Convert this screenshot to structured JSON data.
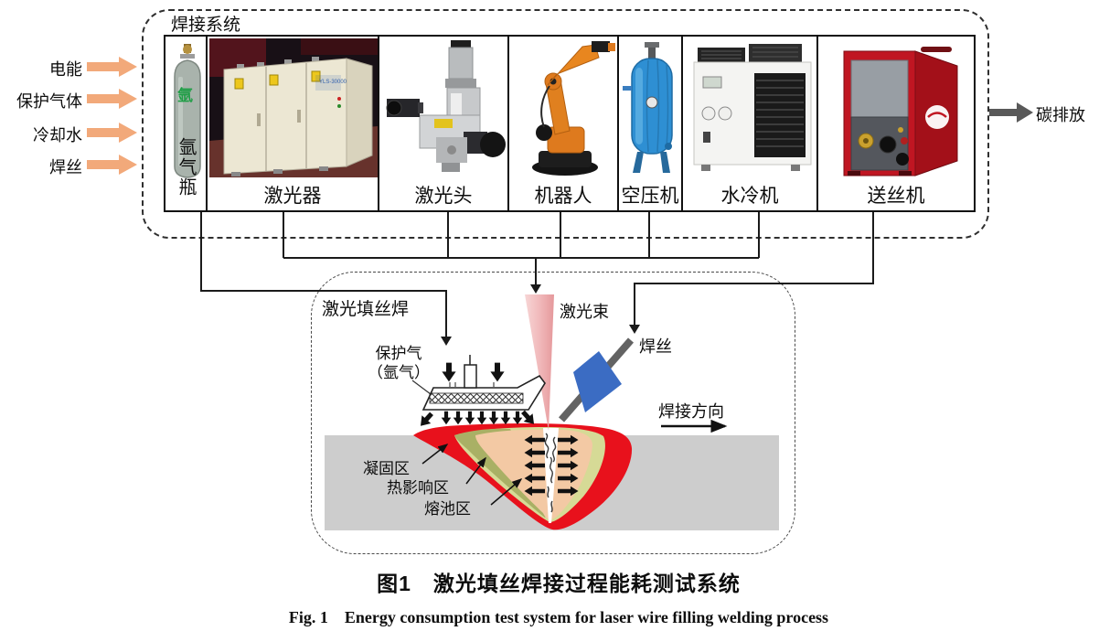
{
  "figure": {
    "system_box_label": "焊接系统",
    "output_label": "碳排放",
    "inputs": [
      "电能",
      "保护气体",
      "冷却水",
      "焊丝"
    ],
    "equipment": [
      {
        "label": "氩气瓶",
        "body_char": "氩"
      },
      {
        "label": "激光器",
        "nameplate": "YLS-30000"
      },
      {
        "label": "激光头"
      },
      {
        "label": "机器人"
      },
      {
        "label": "空压机"
      },
      {
        "label": "水冷机"
      },
      {
        "label": "送丝机"
      }
    ],
    "process": {
      "box_label": "激光填丝焊",
      "laser_beam_label": "激光束",
      "wire_label": "焊丝",
      "shield_gas_label_line1": "保护气",
      "shield_gas_label_line2": "（氩气）",
      "direction_label": "焊接方向",
      "zone_labels": [
        "凝固区",
        "热影响区",
        "熔池区"
      ]
    },
    "caption_zh": "图1　激光填丝焊接过程能耗测试系统",
    "caption_en": "Fig. 1　Energy consumption test system for laser wire filling welding process",
    "colors": {
      "input_arrow": "#f2a97a",
      "output_arrow": "#595959",
      "laser_beam_pink": "#efb0b2",
      "wire_feeder_blue": "#3b6cc3",
      "weld_pool_red": "#e8111c",
      "haz_olive": "#a9b065",
      "pool_band_green": "#d6da96",
      "molten_pool_peach": "#f3c9a4",
      "workpiece_gray": "#cdcdcd",
      "argon_green": "#1f9e46"
    }
  }
}
